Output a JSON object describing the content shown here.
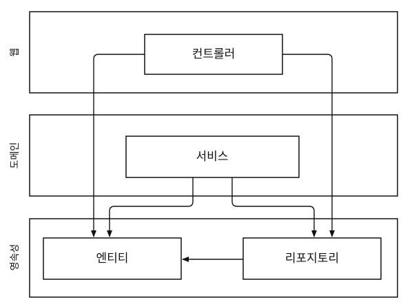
{
  "layers": {
    "web": "웹",
    "domain": "도메인",
    "persistence": "영속성"
  },
  "nodes": {
    "controller": "컨트롤러",
    "service": "서비스",
    "entity": "엔티티",
    "repository": "리포지토리"
  },
  "colors": {
    "stroke": "#111111",
    "background": "#ffffff"
  }
}
